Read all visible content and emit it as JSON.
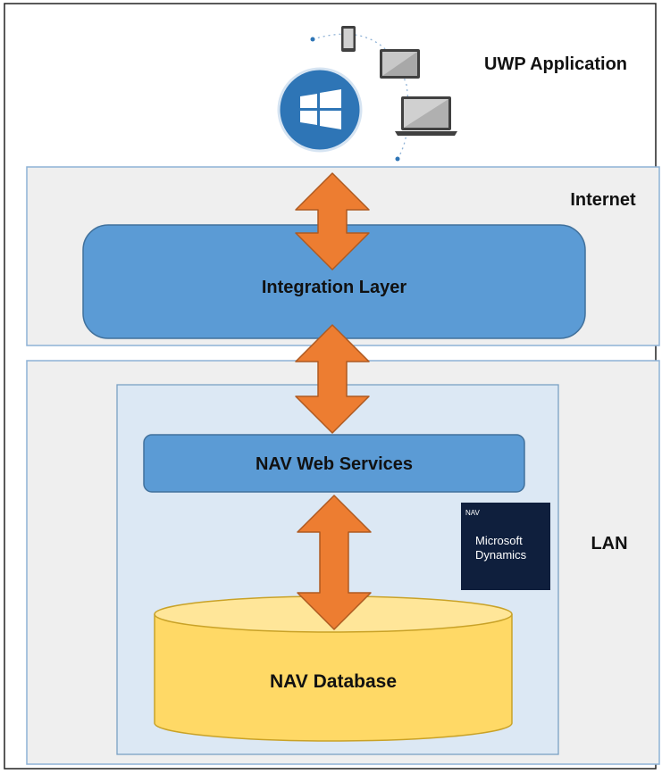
{
  "diagram": {
    "app_label": "UWP Application",
    "internet_label": "Internet",
    "lan_label": "LAN",
    "integration_layer": "Integration Layer",
    "web_services": "NAV Web Services",
    "database": "NAV Database",
    "dynamics_logo": {
      "tag": "NAV",
      "line1": "Microsoft",
      "line2": "Dynamics"
    }
  },
  "colors": {
    "zone_fill": "#efefef",
    "zone_border": "#8eb2d6",
    "inner_fill": "#dce8f4",
    "blue_box": "#5b9bd5",
    "blue_box_border": "#41719c",
    "arrow": "#ed7d31",
    "arrow_border": "#ae5a21",
    "database_fill": "#ffd966",
    "database_border": "#c9a227",
    "logo_bg": "#0f1f3d",
    "windows_circle": "#2e75b6"
  }
}
